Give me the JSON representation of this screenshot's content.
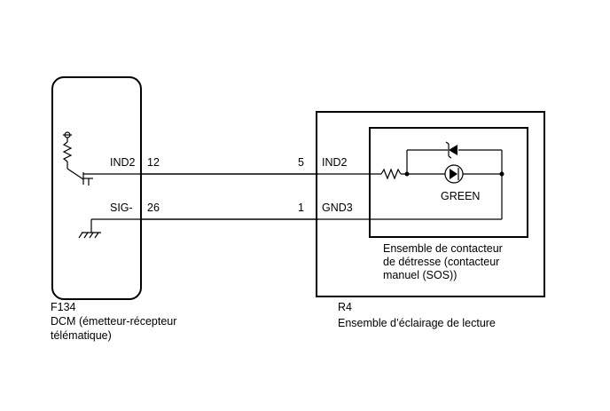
{
  "left_component": {
    "code": "F134",
    "name_line1": "DCM (émetteur-récepteur",
    "name_line2": "télématique)",
    "pins": [
      {
        "label": "IND2",
        "number": "12"
      },
      {
        "label": "SIG-",
        "number": "26"
      }
    ]
  },
  "right_component": {
    "code": "R4",
    "name": "Ensemble d’éclairage de lecture",
    "pins": [
      {
        "number": "5",
        "label": "IND2"
      },
      {
        "number": "1",
        "label": "GND3"
      }
    ],
    "sub_assembly": {
      "led_label": "GREEN",
      "name_line1": "Ensemble de contacteur",
      "name_line2": "de détresse (contacteur",
      "name_line3": "manuel (SOS))"
    }
  }
}
